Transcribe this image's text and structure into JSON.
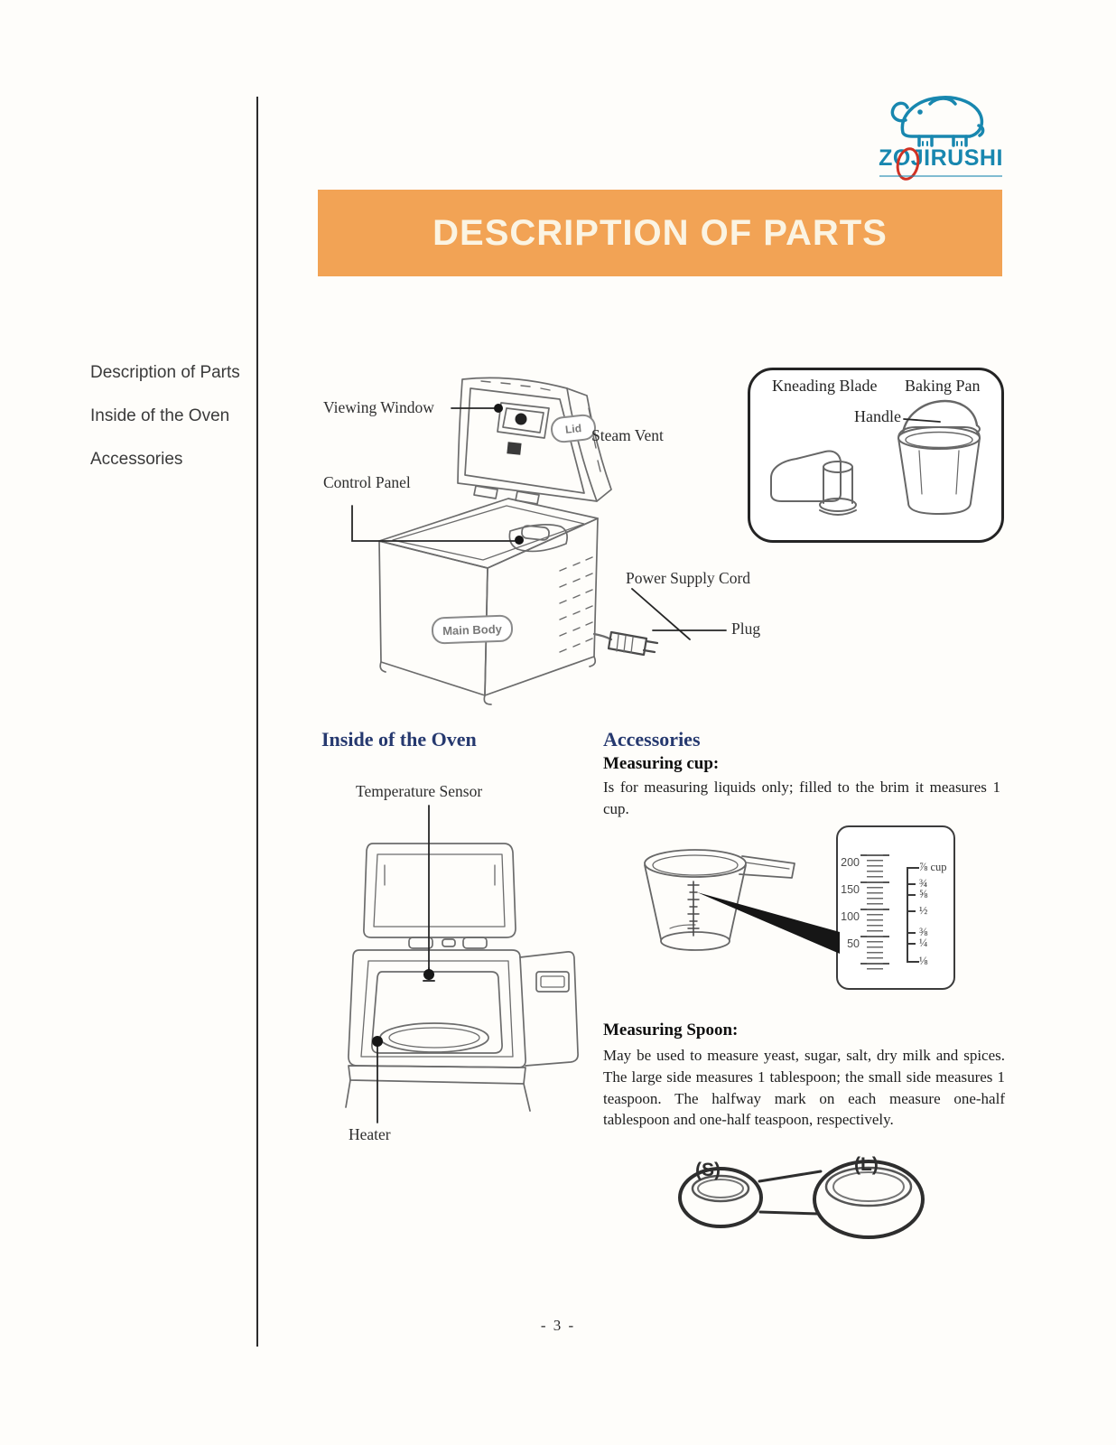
{
  "brand": {
    "name": "ZOJIRUSHI"
  },
  "banner": {
    "title": "DESCRIPTION OF PARTS"
  },
  "sidebar": {
    "items": [
      {
        "label": "Description of Parts"
      },
      {
        "label": "Inside of the Oven"
      },
      {
        "label": "Accessories"
      }
    ]
  },
  "main_diagram": {
    "viewing_window": "Viewing Window",
    "lid_tag": "Lid",
    "steam_vent": "Steam Vent",
    "control_panel": "Control Panel",
    "main_body_tag": "Main Body",
    "power_supply_cord": "Power Supply Cord",
    "plug": "Plug"
  },
  "accessory_box": {
    "kneading_blade": "Kneading Blade",
    "baking_pan": "Baking Pan",
    "handle": "Handle"
  },
  "inside_oven": {
    "heading": "Inside of the Oven",
    "temperature_sensor": "Temperature Sensor",
    "heater": "Heater"
  },
  "accessories": {
    "heading": "Accessories",
    "measuring_cup_title": "Measuring cup:",
    "measuring_cup_body": "Is for measuring liquids only; filled to the brim it measures 1 cup.",
    "cup_scale": {
      "ml_labels": [
        "200",
        "150",
        "100",
        "50"
      ],
      "cup_labels": [
        "⅞ cup",
        "¾",
        "⅝",
        "½",
        "⅜",
        "¼",
        "⅛"
      ]
    },
    "measuring_spoon_title": "Measuring Spoon:",
    "measuring_spoon_body": "May be used to measure yeast, sugar, salt, dry milk and spices. The large side measures 1 tablespoon; the small side measures 1 teaspoon. The halfway mark on each measure one-half tablespoon and one-half teaspoon, respectively.",
    "spoon_small": "(S)",
    "spoon_large": "(L)"
  },
  "footer": {
    "page_number": "- 3 -"
  },
  "colors": {
    "accent_orange": "#F2A355",
    "heading_navy": "#26396F",
    "logo_teal": "#1887AF",
    "logo_red": "#D03224"
  }
}
